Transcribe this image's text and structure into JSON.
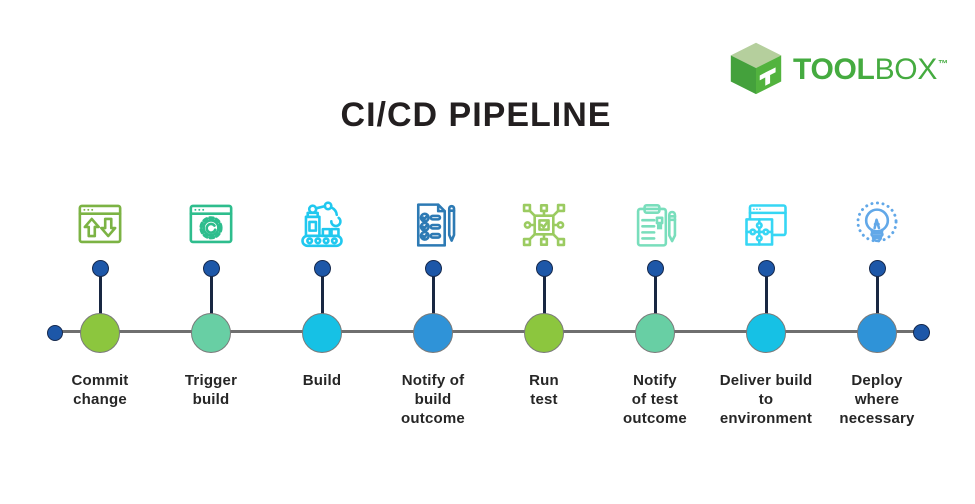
{
  "logo": {
    "name": "Toolbox",
    "text_bold": "TOOL",
    "text_light": "BOX",
    "trademark": "™",
    "green": "#45ab40",
    "cube_top": "#b5cf9d",
    "cube_left": "#44a13c",
    "cube_right": "#52b33e"
  },
  "title": {
    "text": "CI/CD PIPELINE",
    "color": "#231f20"
  },
  "timeline": {
    "line_color": "#6f6f6f",
    "connector_color": "#182742",
    "dot_color": "#1d57a8",
    "end_dot_color": "#1d57a8"
  },
  "stages": [
    {
      "label": "Commit\nchange",
      "icon": "browser-sync-arrows-icon",
      "circle_color": "#8cc63e",
      "icon_color": "#7cb344"
    },
    {
      "label": "Trigger\nbuild",
      "icon": "browser-gear-icon",
      "circle_color": "#68cfa4",
      "icon_color": "#2ebd8d"
    },
    {
      "label": "Build",
      "icon": "robot-arm-icon",
      "circle_color": "#16c1e5",
      "icon_color": "#20c8ef"
    },
    {
      "label": "Notify of\nbuild\noutcome",
      "icon": "checklist-pen-icon",
      "circle_color": "#2f93d8",
      "icon_color": "#2d7ab4"
    },
    {
      "label": "Run\ntest",
      "icon": "circuit-check-icon",
      "circle_color": "#8cc63e",
      "icon_color": "#9bcb61"
    },
    {
      "label": "Notify\nof test\noutcome",
      "icon": "clipboard-pencil-icon",
      "circle_color": "#68cfa4",
      "icon_color": "#79debc"
    },
    {
      "label": "Deliver build\nto\nenvironment",
      "icon": "browser-puzzle-icon",
      "circle_color": "#16c1e5",
      "icon_color": "#36d6f4"
    },
    {
      "label": "Deploy\nwhere\nnecessary",
      "icon": "lightbulb-icon",
      "circle_color": "#2f93d8",
      "icon_color": "#62a8e8"
    }
  ]
}
